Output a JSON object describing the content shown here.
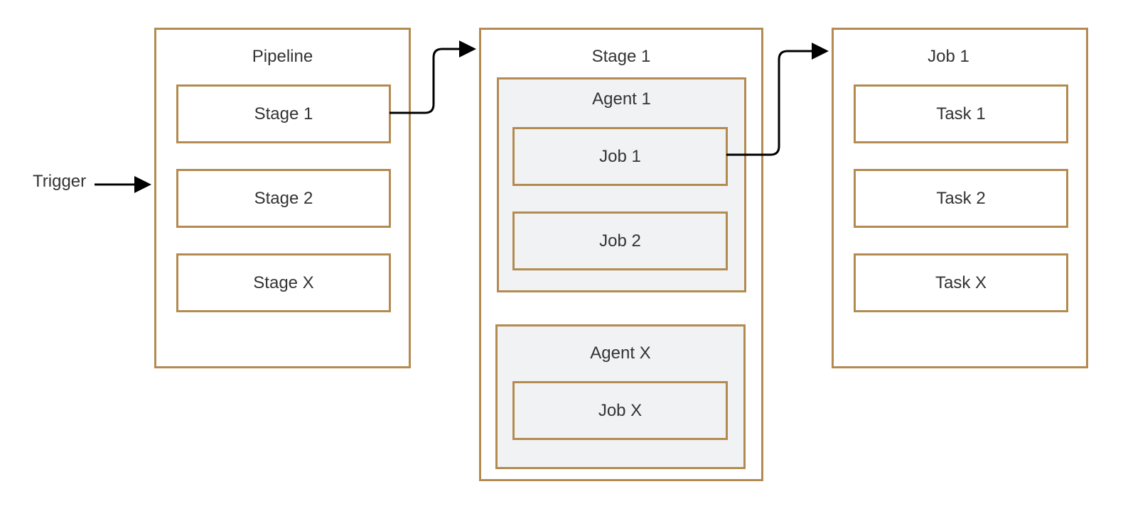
{
  "trigger": {
    "label": "Trigger"
  },
  "pipeline": {
    "title": "Pipeline",
    "stages": [
      "Stage 1",
      "Stage 2",
      "Stage X"
    ]
  },
  "stage_detail": {
    "title": "Stage 1",
    "agents": [
      {
        "title": "Agent 1",
        "jobs": [
          "Job 1",
          "Job 2"
        ]
      },
      {
        "title": "Agent X",
        "jobs": [
          "Job X"
        ]
      }
    ]
  },
  "job_detail": {
    "title": "Job 1",
    "tasks": [
      "Task 1",
      "Task 2",
      "Task X"
    ]
  },
  "colors": {
    "border": "#b38b51",
    "agent_fill": "#f1f2f4",
    "connector": "#000000",
    "text": "#333333"
  }
}
